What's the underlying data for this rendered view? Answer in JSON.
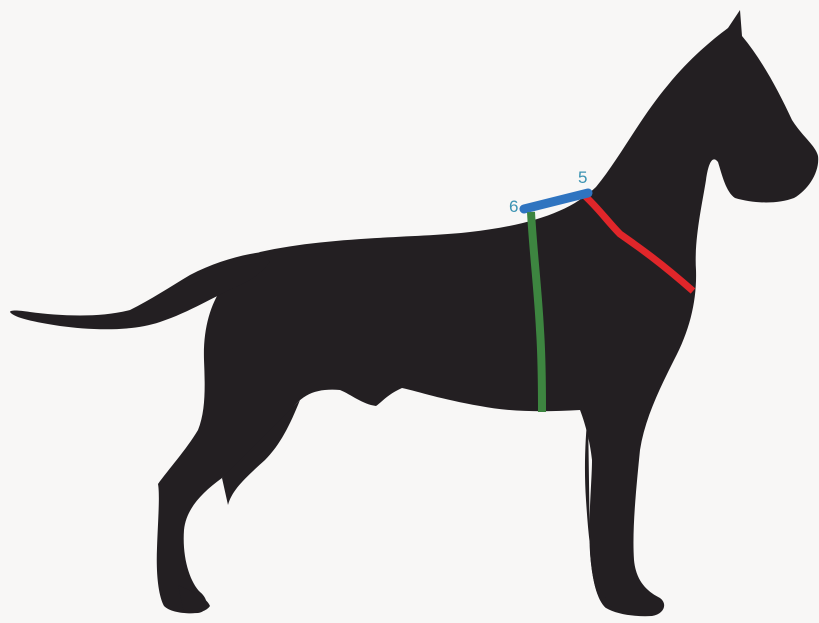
{
  "diagram": {
    "background_color": "#f8f7f6",
    "silhouette_color": "#231f22",
    "point_label_color": "#3b93b2",
    "points": [
      {
        "label": "5"
      },
      {
        "label": "6"
      }
    ],
    "measurement_lines": [
      {
        "name": "neck-line",
        "color": "#e0262a"
      },
      {
        "name": "back-length-line",
        "color": "#2f74c0"
      },
      {
        "name": "chest-depth-line",
        "color": "#3d8540"
      }
    ]
  }
}
